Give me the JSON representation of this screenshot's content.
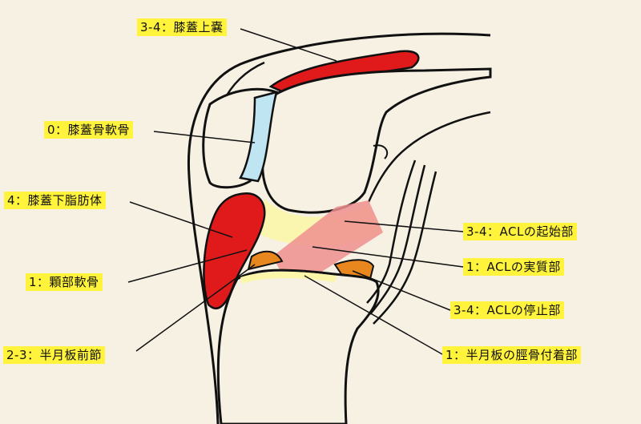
{
  "labels": {
    "suprapatellar_bursa": "3-4：膝蓋上嚢",
    "patellar_cartilage": "0：膝蓋骨軟骨",
    "infrapatellar_fat_pad": "4：膝蓋下脂肪体",
    "condylar_cartilage": "1：顆部軟骨",
    "anterior_meniscus_segment": "2-3：半月板前節",
    "acl_origin": "3-4：ACLの起始部",
    "acl_midsubstance": "1：ACLの実質部",
    "acl_insertion": "3-4：ACLの停止部",
    "meniscus_tibial_attachment": "1：半月板の脛骨付着部"
  },
  "colors": {
    "background": "#f6f1e3",
    "label_highlight": "#fff33b",
    "bursa_red": "#e01a1a",
    "cartilage_blue": "#bfe4f2",
    "cartilage_yellow": "#fbf6a8",
    "acl_pink": "#ef8f8f",
    "meniscus_orange": "#e8871e",
    "outline": "#111111"
  }
}
